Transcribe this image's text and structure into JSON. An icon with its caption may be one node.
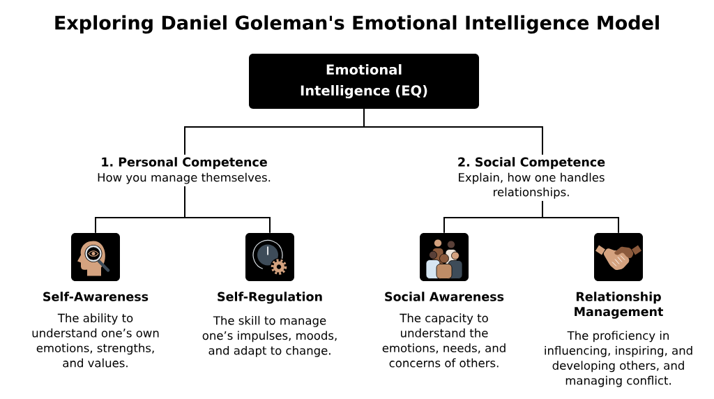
{
  "diagram": {
    "title": "Exploring Daniel Goleman's Emotional Intelligence Model",
    "nodes": [
      {
        "text": [
          "Emotional Intelligence (EQ)"
        ]
      },
      {
        "text": [
          "1. Personal Competence",
          "How you manage themselves."
        ]
      },
      {
        "text": [
          "2. Social Competence",
          "Explain, how one handles relationships."
        ]
      },
      {
        "text": [],
        "shape": "picture",
        "beside": [
          "Self-Awareness",
          "The ability to understand one’s own emotions, strengths, and values."
        ]
      },
      {
        "text": [],
        "shape": "picture",
        "beside": [
          "Self-Regulation",
          "The skill to manage one’s impulses, moods, and adapt to change."
        ]
      },
      {
        "text": [],
        "shape": "picture",
        "beside": [
          "Social Awareness",
          "The capacity to understand the emotions, needs, and concerns of others."
        ]
      },
      {
        "text": [],
        "shape": "picture",
        "beside": [
          "Relationship Management",
          "The proficiency in influencing, inspiring, and developing others, and managing conflict."
        ]
      }
    ],
    "edges": [
      {
        "from": 0,
        "to": 1,
        "arrow": "none"
      },
      {
        "from": 0,
        "to": 2,
        "arrow": "none"
      },
      {
        "from": 1,
        "to": 3,
        "arrow": "none"
      },
      {
        "from": 1,
        "to": 4,
        "arrow": "none"
      },
      {
        "from": 2,
        "to": 5,
        "arrow": "none"
      },
      {
        "from": 2,
        "to": 6,
        "arrow": "none"
      }
    ]
  }
}
